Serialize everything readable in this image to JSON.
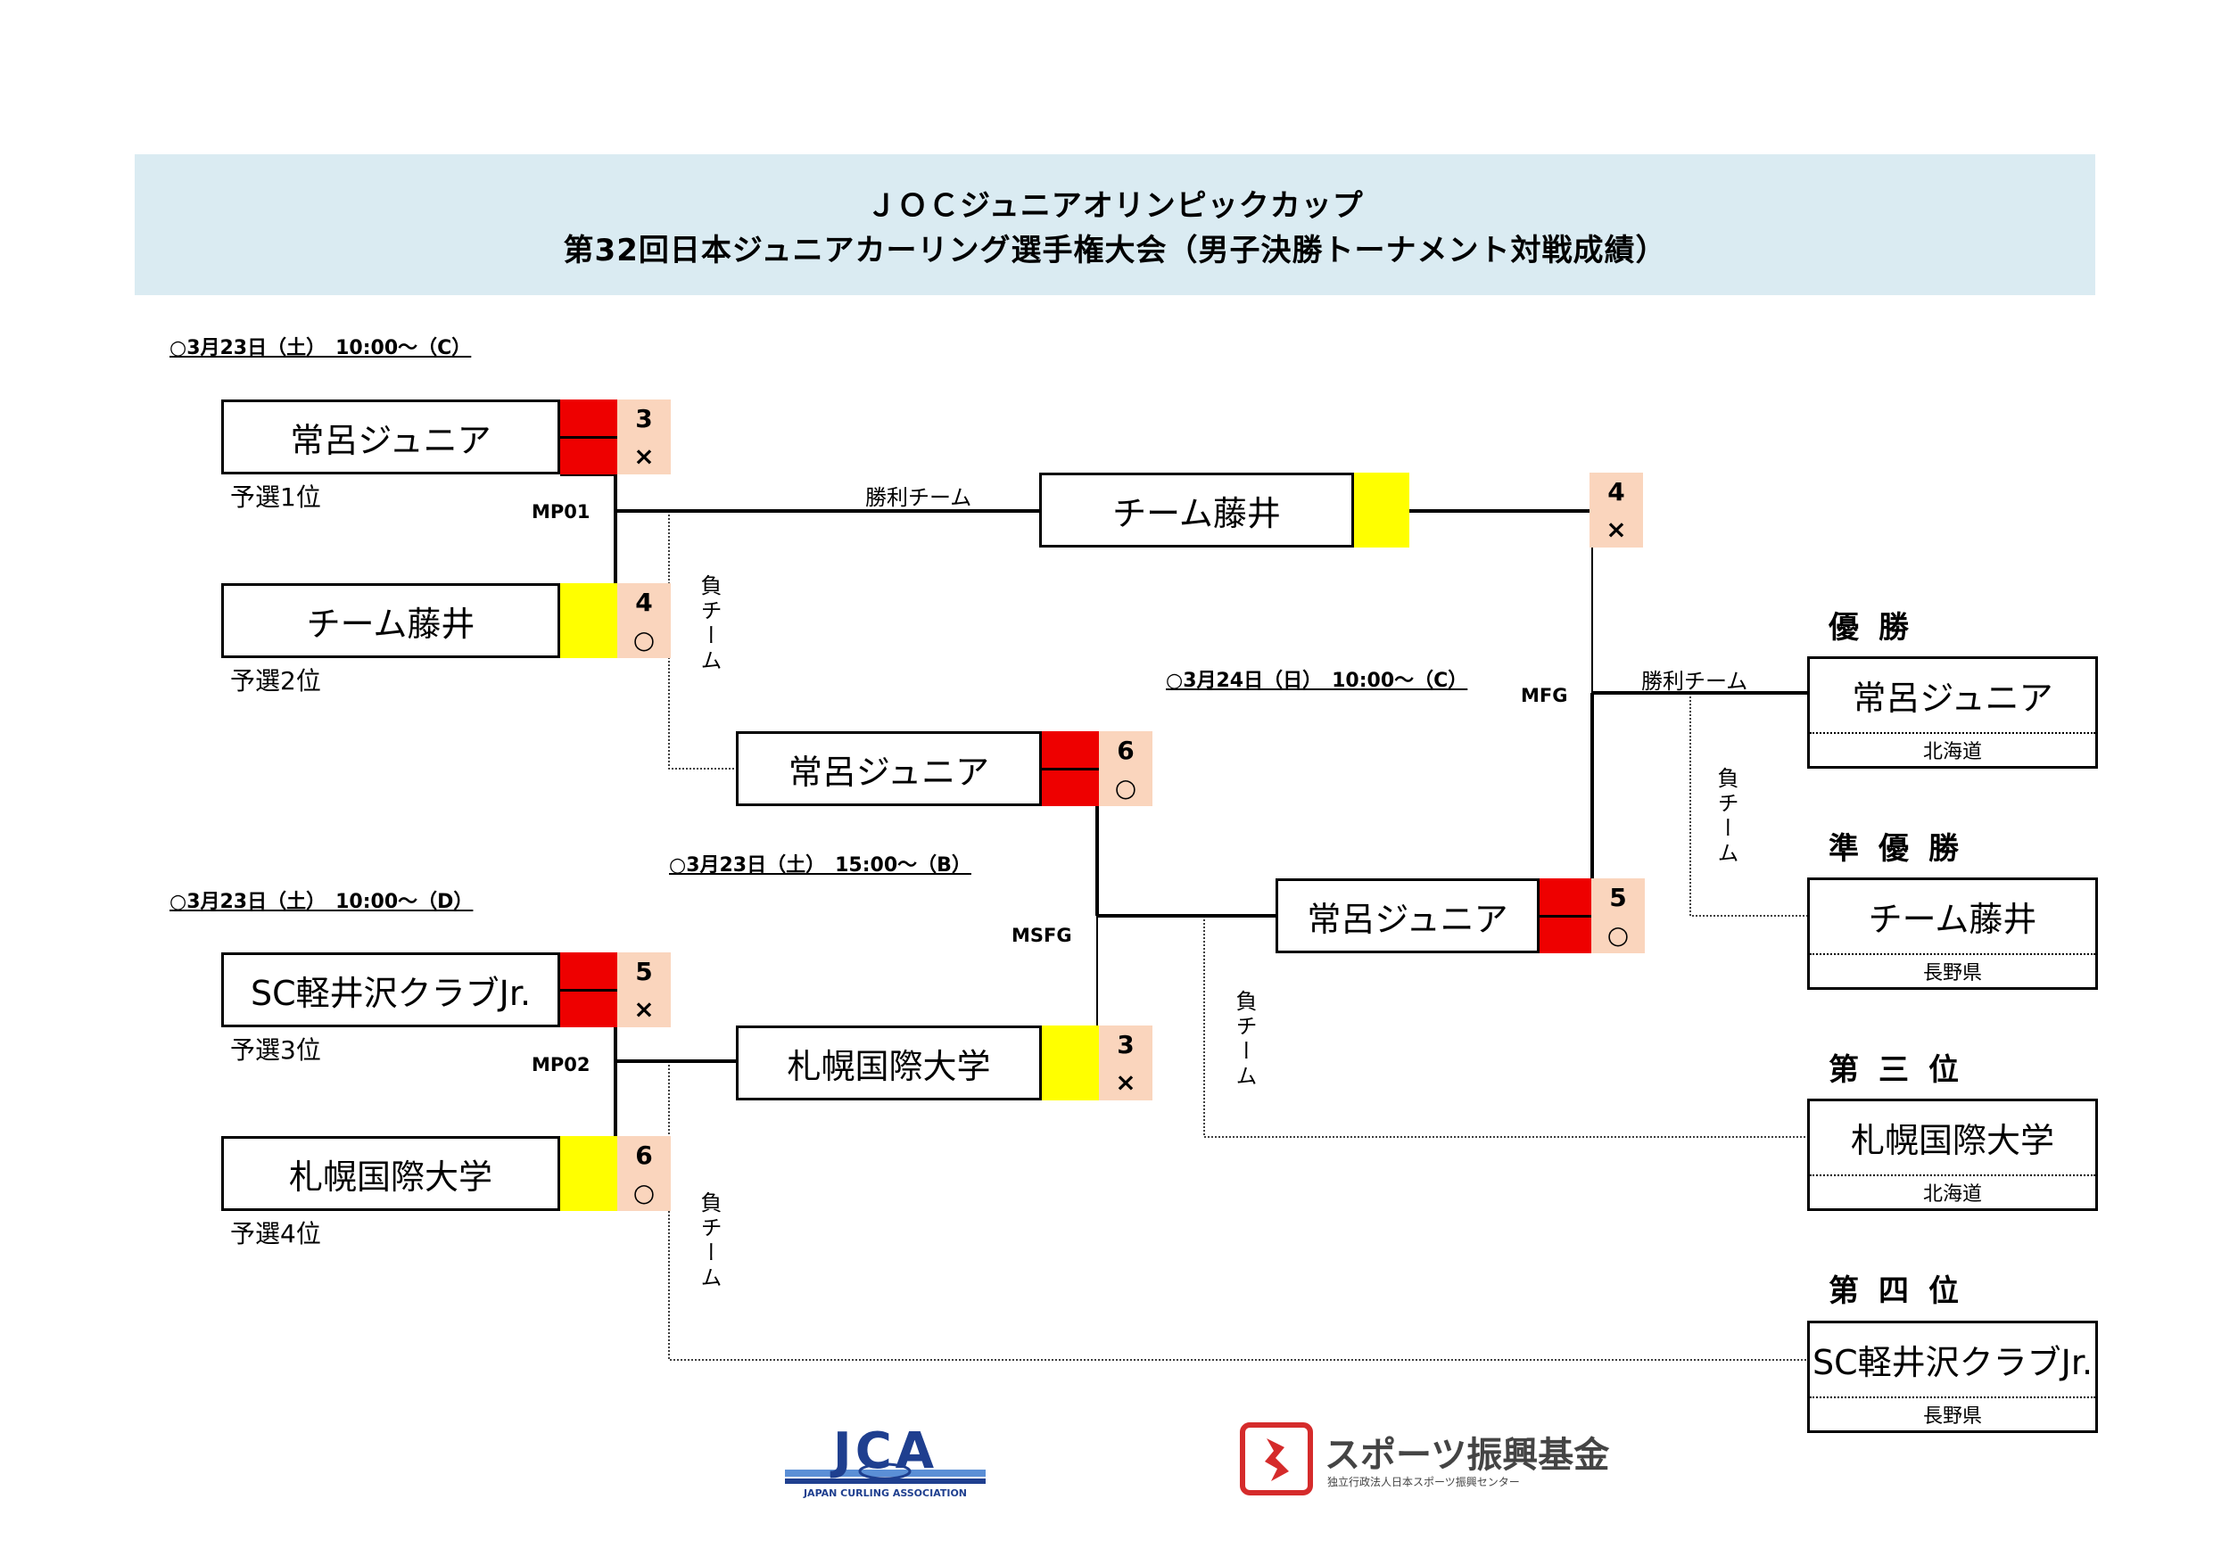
{
  "header": {
    "line1": "ＪＯＣジュニアオリンピックカップ",
    "line2": "第32回日本ジュニアカーリング選手権大会（男子決勝トーナメント対戦成績）"
  },
  "sessions": {
    "mp01": "○3月23日（土）　10:00～（C）",
    "mp02": "○3月23日（土）　10:00～（D）",
    "msfg": "○3月23日（土）　15:00～（B）",
    "mfg": "○3月24日（日）　10:00～（C）"
  },
  "match_codes": {
    "mp01": "MP01",
    "mp02": "MP02",
    "msfg": "MSFG",
    "mfg": "MFG"
  },
  "route_labels": {
    "winner": "勝利チーム",
    "loser": "負チーム"
  },
  "rounds": {
    "mp01": [
      {
        "team": "常呂ジュニア",
        "seed": "予選1位",
        "score": "3",
        "result": "×",
        "stone": "red"
      },
      {
        "team": "チーム藤井",
        "seed": "予選2位",
        "score": "4",
        "result": "○",
        "stone": "yellow"
      }
    ],
    "mp02": [
      {
        "team": "SC軽井沢クラブJr.",
        "seed": "予選3位",
        "score": "5",
        "result": "×",
        "stone": "red"
      },
      {
        "team": "札幌国際大学",
        "seed": "予選4位",
        "score": "6",
        "result": "○",
        "stone": "yellow"
      }
    ],
    "msfg": [
      {
        "team": "常呂ジュニア",
        "score": "6",
        "result": "○",
        "stone": "red"
      },
      {
        "team": "札幌国際大学",
        "score": "3",
        "result": "×",
        "stone": "yellow"
      }
    ],
    "mfg": [
      {
        "team": "チーム藤井",
        "score": "4",
        "result": "×",
        "stone": "yellow"
      },
      {
        "team": "常呂ジュニア",
        "score": "5",
        "result": "○",
        "stone": "red"
      }
    ]
  },
  "final_standings": [
    {
      "place": "優勝",
      "team": "常呂ジュニア",
      "prefecture": "北海道"
    },
    {
      "place": "準優勝",
      "team": "チーム藤井",
      "prefecture": "長野県"
    },
    {
      "place": "第三位",
      "team": "札幌国際大学",
      "prefecture": "北海道"
    },
    {
      "place": "第四位",
      "team": "SC軽井沢クラブJr.",
      "prefecture": "長野県"
    }
  ],
  "logos": {
    "jca_letters": "JCA",
    "jca_name": "JAPAN CURLING ASSOCIATION",
    "sports_name": "スポーツ振興基金",
    "sports_sub": "独立行政法人日本スポーツ振興センター"
  },
  "colors": {
    "red_stone": "#ee0000",
    "yellow_stone": "#ffff00",
    "score_bg": "#fad5bd",
    "title_bg": "#daebf2",
    "jca_blue": "#1f3f8f"
  }
}
